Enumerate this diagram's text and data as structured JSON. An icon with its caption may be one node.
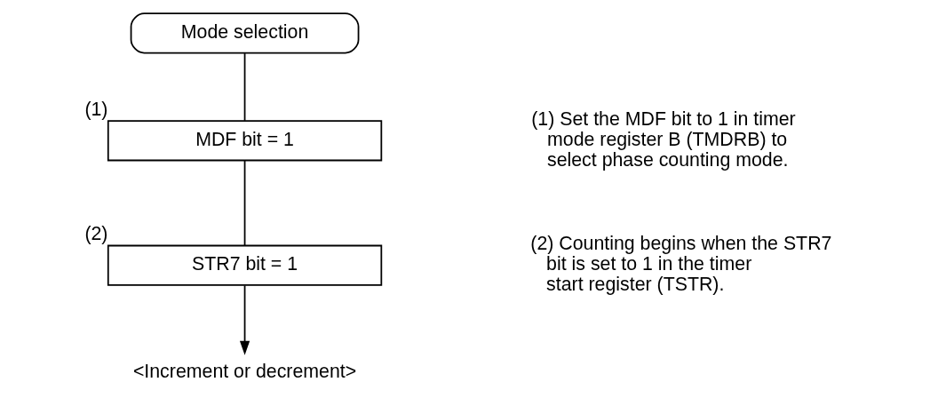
{
  "diagram": {
    "nodes": [
      {
        "text": [
          "Mode selection"
        ]
      },
      {
        "text": [
          "MDF bit = 1"
        ],
        "beside": [
          "(1)"
        ]
      },
      {
        "text": [
          "STR7 bit = 1"
        ],
        "beside": [
          "(2)"
        ]
      },
      {
        "text": [
          "<Increment or decrement>"
        ]
      }
    ],
    "edges": [
      {
        "from": 0,
        "to": 1,
        "arrow": "none"
      },
      {
        "from": 1,
        "to": 2,
        "arrow": "none"
      },
      {
        "from": 2,
        "to": 3,
        "arrow": "to"
      }
    ],
    "labels": [
      "(1) Set the MDF bit to 1 in timer mode register B (TMDRB) to select phase counting mode.",
      "(2) Counting begins when the STR7 bit is set to 1 in the timer start register (TSTR)."
    ]
  }
}
